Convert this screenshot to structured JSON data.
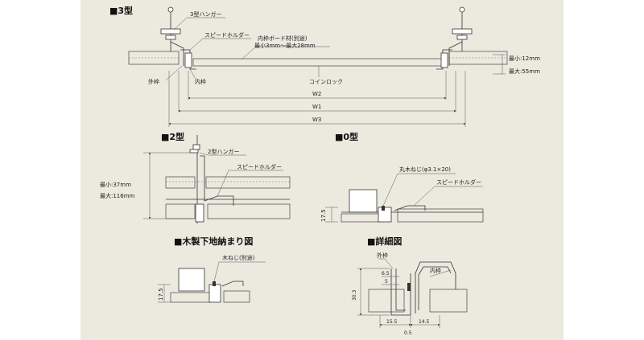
{
  "colors": {
    "background": "#ece9df",
    "page": "#ffffff",
    "line": "#333333"
  },
  "type3": {
    "title": "■3型",
    "hanger": "3型ハンガー",
    "speed_holder": "スピードホルダー",
    "inner_board": "内枠ボード材(別途)",
    "board_range": "最小3mm〜最大28mm",
    "min": "最小:12mm",
    "max": "最大:55mm",
    "outer_frame": "外枠",
    "inner_frame": "内枠",
    "coin_lock": "コインロック",
    "w2": "W2",
    "w1": "W1",
    "w3": "W3"
  },
  "type2": {
    "title": "■2型",
    "hanger": "2型ハンガー",
    "speed_holder": "スピードホルダー",
    "min": "最小:37mm",
    "max": "最大:116mm"
  },
  "type0": {
    "title": "■0型",
    "screw": "丸木ねじ(φ3.1×20)",
    "speed_holder": "スピードホルダー",
    "dim": "17.5"
  },
  "wood": {
    "title": "■木製下地納まり図",
    "screw": "木ねじ(別途)",
    "dim": "17.5"
  },
  "detail": {
    "title": "■詳細図",
    "outer_frame": "外枠",
    "inner_frame": "内枠",
    "d_6_5": "6.5",
    "d_5": "5",
    "d_30_3": "30.3",
    "d_15_5": "15.5",
    "d_14_5": "14.5",
    "d_0_5": "0.5"
  }
}
